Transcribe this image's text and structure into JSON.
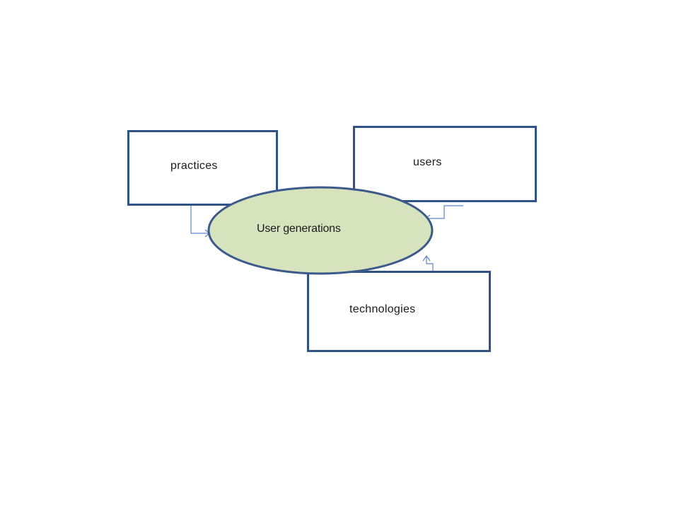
{
  "diagram": {
    "nodes": {
      "practices": {
        "label": "practices"
      },
      "users": {
        "label": "users"
      },
      "technologies": {
        "label": "technologies"
      },
      "center": {
        "label": "User generations"
      }
    },
    "edges": [
      {
        "from": "practices",
        "to": "center"
      },
      {
        "from": "users",
        "to": "center"
      },
      {
        "from": "technologies",
        "to": "center"
      }
    ]
  },
  "colors": {
    "box_border": "#2f5386",
    "ellipse_fill": "#d7e3bc",
    "ellipse_border": "#3a5a8c",
    "connector": "#5b86c5"
  }
}
